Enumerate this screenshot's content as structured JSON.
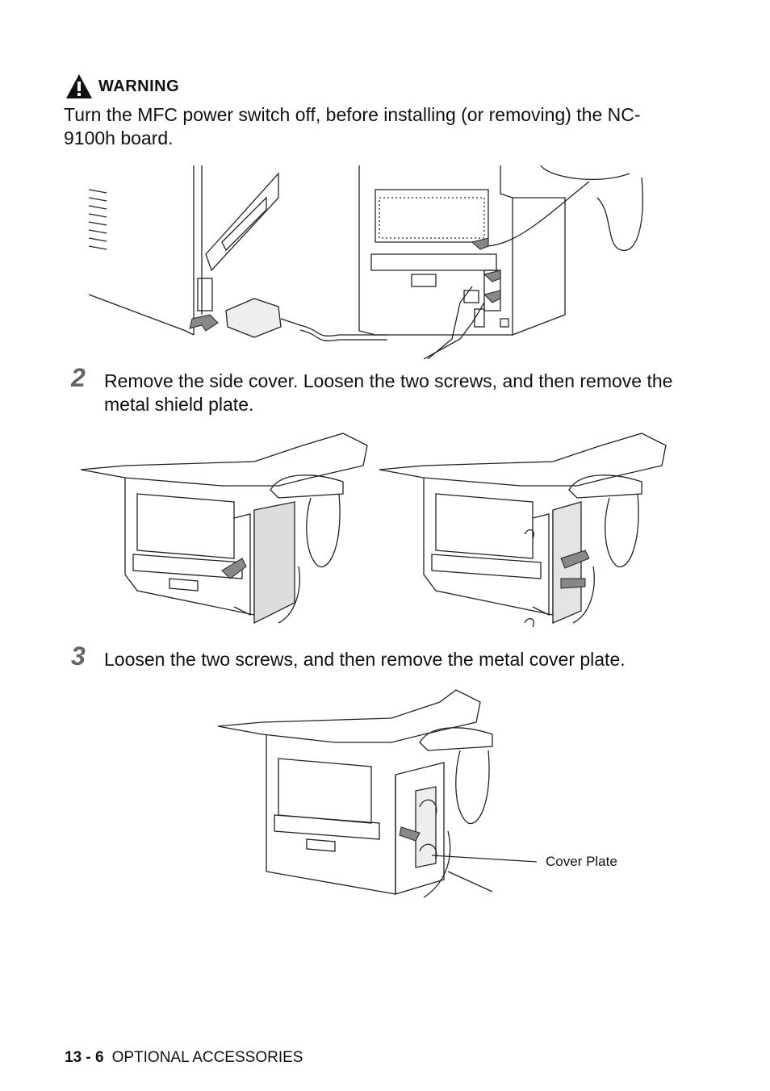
{
  "warning": {
    "title": "WARNING",
    "text": "Turn the MFC power switch off, before installing (or removing) the NC-9100h board."
  },
  "steps": [
    {
      "number": "2",
      "text": "Remove the side cover. Loosen the two screws, and then remove the metal shield plate."
    },
    {
      "number": "3",
      "text": "Loosen the two screws, and then remove the metal cover plate."
    }
  ],
  "figures": {
    "cover_plate_label": "Cover Plate"
  },
  "footer": {
    "page": "13 - 6",
    "section": "OPTIONAL ACCESSORIES"
  }
}
